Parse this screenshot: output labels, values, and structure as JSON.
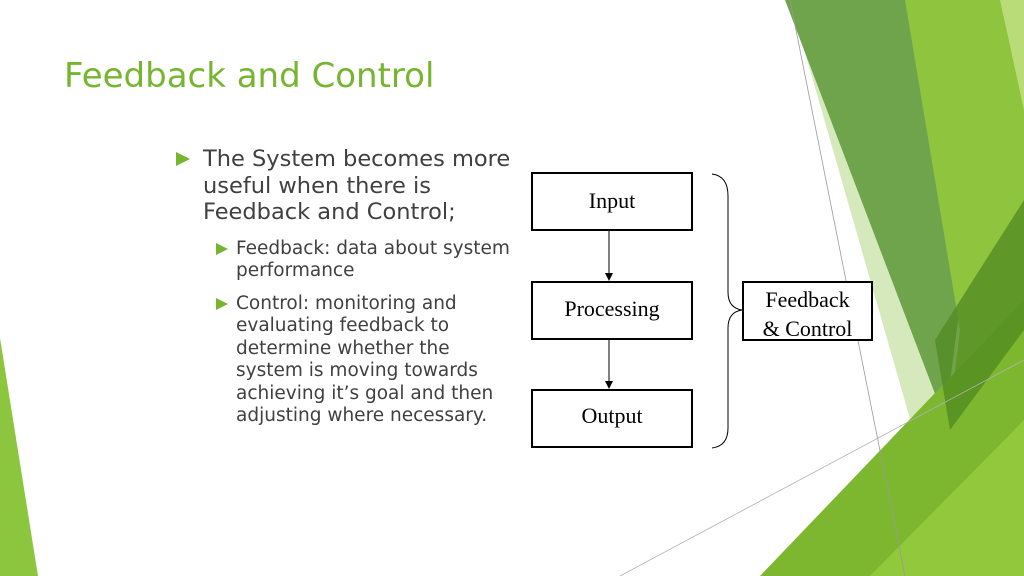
{
  "slide": {
    "title": "Feedback and Control",
    "bullets": {
      "main": "The System becomes more useful when there is Feedback and Control;",
      "sub": [
        "Feedback: data about system performance",
        "Control: monitoring and evaluating feedback to determine whether the system is moving towards achieving it’s goal and then adjusting where necessary."
      ]
    },
    "diagram": {
      "input": "Input",
      "processing": "Processing",
      "output": "Output",
      "feedback_line1": "Feedback",
      "feedback_line2": "& Control"
    }
  },
  "theme": {
    "accent": "#76b530",
    "text": "#404040"
  }
}
